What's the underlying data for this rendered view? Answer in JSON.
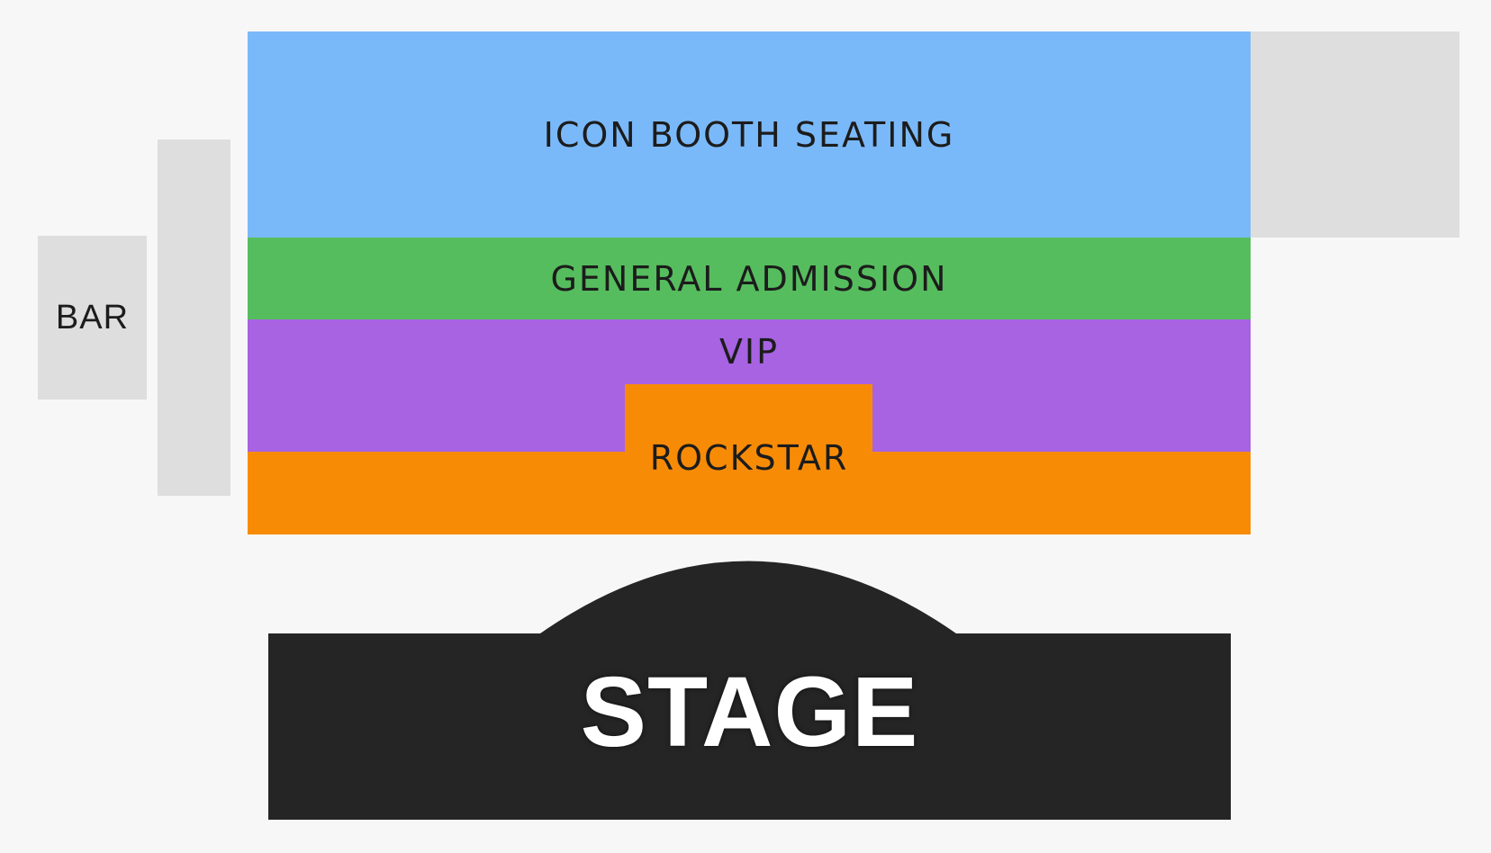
{
  "map": {
    "sections": {
      "icon_booth": {
        "label": "ICON BOOTH SEATING",
        "color": "#7ab9f9"
      },
      "general_admission": {
        "label": "GENERAL ADMISSION",
        "color": "#56bd5e"
      },
      "vip": {
        "label": "VIP",
        "color": "#a763e2"
      },
      "rockstar": {
        "label": "ROCKSTAR",
        "color": "#f88b06"
      }
    },
    "bar": {
      "label": "BAR",
      "color": "#dedede"
    },
    "stage": {
      "label": "STAGE",
      "color": "#252525"
    }
  }
}
